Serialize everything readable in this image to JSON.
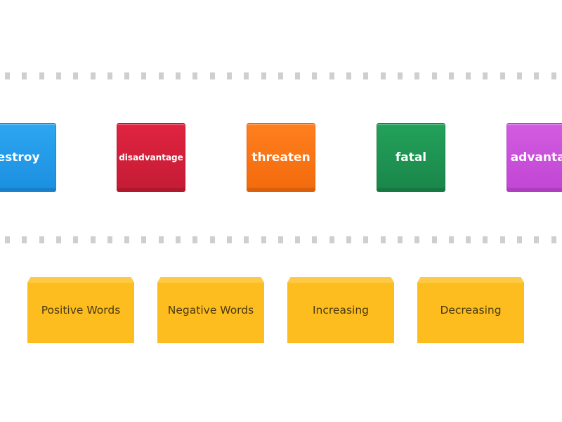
{
  "tiles": [
    {
      "label": "destroy",
      "color": "#1a8fe0"
    },
    {
      "label": "disadvantage",
      "color": "#c41b34"
    },
    {
      "label": "threaten",
      "color": "#f26a0c"
    },
    {
      "label": "fatal",
      "color": "#1a854a"
    },
    {
      "label": "advantage",
      "color": "#c146d4"
    }
  ],
  "buckets": [
    {
      "label": "Positive Words"
    },
    {
      "label": "Negative Words"
    },
    {
      "label": "Increasing"
    },
    {
      "label": "Decreasing"
    }
  ],
  "colors": {
    "bucket": "#fdbd1e",
    "bucket_text": "#4a3a10",
    "dash": "#cfcfcf"
  }
}
